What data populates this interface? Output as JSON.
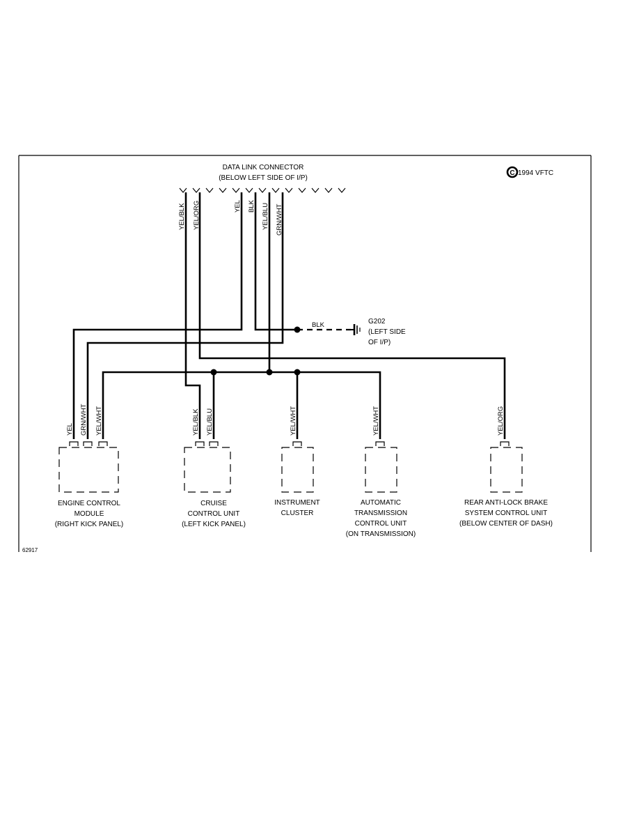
{
  "connector": {
    "line1": "DATA LINK CONNECTOR",
    "line2": "(BELOW LEFT SIDE OF I/P)"
  },
  "copyright": "1994 VFTC",
  "figure_id": "62917",
  "ground": {
    "wire": "BLK",
    "line1": "G202",
    "line2": "(LEFT SIDE",
    "line3": "OF I/P)"
  },
  "connector_wires": {
    "w1": "YEL/BLK",
    "w2": "YEL/ORG",
    "w3": "YEL",
    "w4": "BLK",
    "w5": "YEL/BLU",
    "w6": "GRN/WHT"
  },
  "modules": {
    "ecm": {
      "wires": [
        "YEL",
        "GRN/WHT",
        "YEL/WHT"
      ],
      "lines": [
        "ENGINE CONTROL",
        "MODULE",
        "(RIGHT KICK PANEL)"
      ]
    },
    "cruise": {
      "wires": [
        "YEL/BLK",
        "YEL/BLU"
      ],
      "lines": [
        "CRUISE",
        "CONTROL UNIT",
        "(LEFT KICK PANEL)"
      ]
    },
    "cluster": {
      "wires": [
        "YEL/WHT"
      ],
      "lines": [
        "INSTRUMENT",
        "CLUSTER"
      ]
    },
    "trans": {
      "wires": [
        "YEL/WHT"
      ],
      "lines": [
        "AUTOMATIC",
        "TRANSMISSION",
        "CONTROL UNIT",
        "(ON TRANSMISSION)"
      ]
    },
    "abs": {
      "wires": [
        "YEL/ORG"
      ],
      "lines": [
        "REAR ANTI-LOCK BRAKE",
        "SYSTEM CONTROL UNIT",
        "(BELOW CENTER OF DASH)"
      ]
    }
  }
}
